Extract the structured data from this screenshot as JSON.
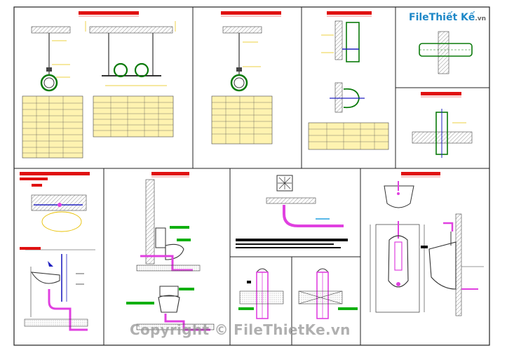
{
  "logo": {
    "brand": "File",
    "brand2": "Thiết Kế",
    "suffix": ".vn",
    "color": "#1e88c8"
  },
  "watermark": {
    "text": "Copyright © FileThietKe.vn"
  },
  "colors": {
    "title_red": "#e01010",
    "pipe_green": "#0a7a0a",
    "pipe_magenta": "#e040e0",
    "pipe_blue": "#2020c0",
    "table_fill": "#fff3b0",
    "label_green": "#10b010"
  }
}
